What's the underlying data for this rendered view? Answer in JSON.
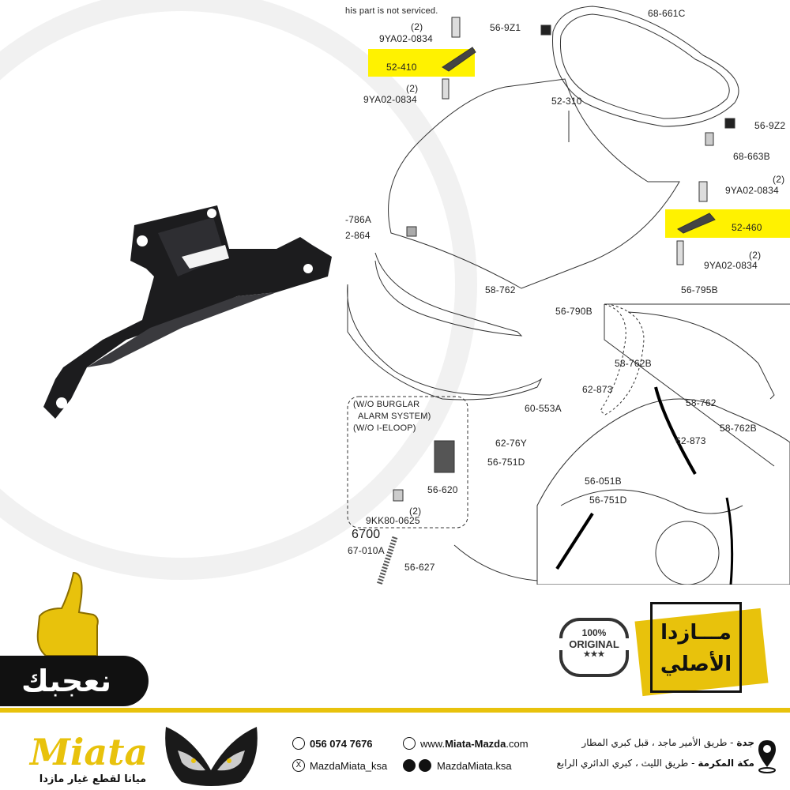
{
  "diagram": {
    "note": "his part is not serviced.",
    "labels": {
      "qty_a": "(2)",
      "bolt_a": "9YA02-0834",
      "hinge_left": "52-410",
      "qty_b": "(2)",
      "bolt_b": "9YA02-0834",
      "p56_9z1": "56-9Z1",
      "p68_661c": "68-661C",
      "p52_310": "52-310",
      "p56_9z2": "56-9Z2",
      "p68_663b": "68-663B",
      "qty_c": "(2)",
      "bolt_c": "9YA02-0834",
      "hinge_right": "52-460",
      "qty_d": "(2)",
      "bolt_d": "9YA02-0834",
      "p786a": "-786A",
      "p2_864": "2-864",
      "p58_762_a": "58-762",
      "p56_790b": "56-790B",
      "p56_795b": "56-795B",
      "p58_762b_a": "58-762B",
      "p58_762_b": "58-762",
      "p58_762b_b": "58-762B",
      "p60_553a": "60-553A",
      "p62_76y": "62-76Y",
      "box_line1": "(W/O BURGLAR",
      "box_line2": "ALARM SYSTEM)",
      "box_line3": "(W/O I-ELOOP)",
      "p56_620": "56-620",
      "qty_e": "(2)",
      "p9kk80": "9KK80-0625",
      "p62_873_a": "62-873",
      "p56_751d_a": "56-751D",
      "p56_051b": "56-051B",
      "p62_873_b": "62-873",
      "p56_751d_b": "56-751D",
      "p6700": "6700",
      "p67_010a": "67-010A",
      "p56_627": "56-627"
    }
  },
  "like_tab": "نعجبك",
  "badge": {
    "percent": "100%",
    "original": "ORIGINAL",
    "stars": "★★★"
  },
  "stamp": {
    "line1": "مـــازدا",
    "line2": "الأصلي"
  },
  "footer": {
    "brand": "Miata",
    "brand_sub": "ميانا لقطع غيار مازدا",
    "phone": "056 074 7676",
    "website_prefix": "www.",
    "website_bold": "Miata-Mazda",
    "website_suffix": ".com",
    "x_handle": "MazdaMiata_ksa",
    "social_handle": "MazdaMiata.ksa",
    "addr1_city": "جدة",
    "addr1": " - طريق الأمير ماجد ، قبل كبري المطار",
    "addr2_city": "مكة المكرمة",
    "addr2": " - طريق الليث ، كبري الدائري الرابع"
  },
  "colors": {
    "yellow": "#e8c20c",
    "highlight": "#fff200",
    "black": "#111111"
  }
}
